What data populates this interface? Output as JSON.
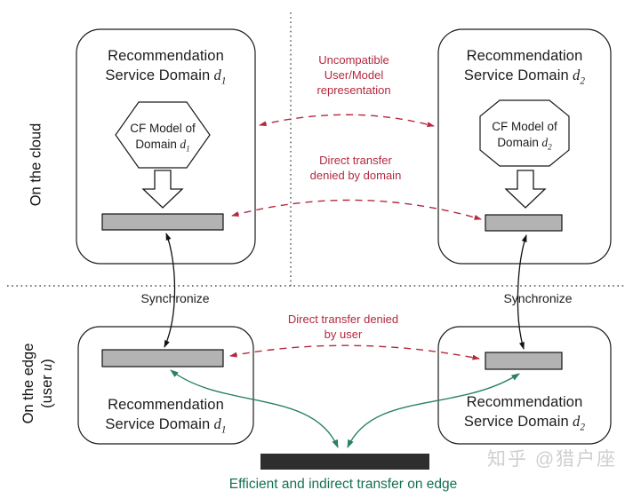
{
  "side_labels": {
    "cloud": "On the cloud",
    "edge_line1": "On the edge",
    "edge_user_open": "(user",
    "edge_user_var": "u",
    "edge_user_close": ")"
  },
  "cloud_d1": {
    "title1": "Recommendation",
    "title2": "Service Domain",
    "var": "d",
    "sub": "1",
    "model_line1": "CF Model of",
    "model_line2": "Domain"
  },
  "cloud_d2": {
    "title1": "Recommendation",
    "title2": "Service Domain",
    "var": "d",
    "sub": "2",
    "model_line1": "CF Model of",
    "model_line2": "Domain"
  },
  "edge_d1": {
    "title1": "Recommendation",
    "title2": "Service Domain",
    "var": "d",
    "sub": "1"
  },
  "edge_d2": {
    "title1": "Recommendation",
    "title2": "Service Domain",
    "var": "d",
    "sub": "2"
  },
  "annotations": {
    "uncompatible_1": "Uncompatible",
    "uncompatible_2": "User/Model",
    "uncompatible_3": "representation",
    "denied_domain_1": "Direct transfer",
    "denied_domain_2": "denied by domain",
    "denied_user_1": "Direct transfer denied",
    "denied_user_2": "by user",
    "sync_left": "Synchronize",
    "sync_right": "Synchronize",
    "efficient": "Efficient and indirect transfer on edge"
  },
  "watermark": "知乎 @猎户座",
  "colors": {
    "red": "#b3293f",
    "green_arrow": "#2a8066",
    "green_text": "#15714f",
    "bar_gray": "#b3b3b3",
    "bar_dark": "#2e2e2e"
  }
}
